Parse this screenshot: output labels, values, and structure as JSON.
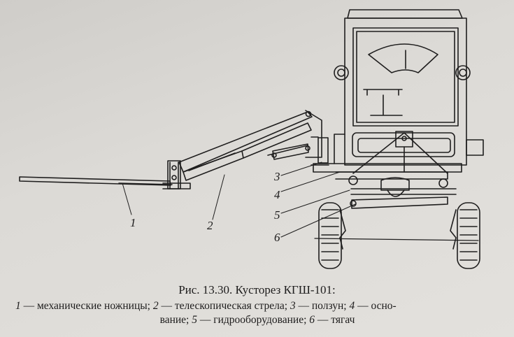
{
  "figure": {
    "callouts": [
      "1",
      "2",
      "3",
      "4",
      "5",
      "6"
    ]
  },
  "caption": {
    "title": "Рис. 13.30. Кусторез КГШ-101:",
    "legend": [
      {
        "num": "1",
        "text": "механические ножницы;"
      },
      {
        "num": "2",
        "text": "телескопическая стрела;"
      },
      {
        "num": "3",
        "text": "ползун;"
      },
      {
        "num": "4",
        "text": "осно-"
      },
      {
        "cont": "вание;"
      },
      {
        "num": "5",
        "text": "гидрооборудование;"
      },
      {
        "num": "6",
        "text": "тягач"
      }
    ],
    "dash": "—"
  },
  "colors": {
    "paper": "#dcdad6",
    "ink": "#1d1c1c"
  }
}
